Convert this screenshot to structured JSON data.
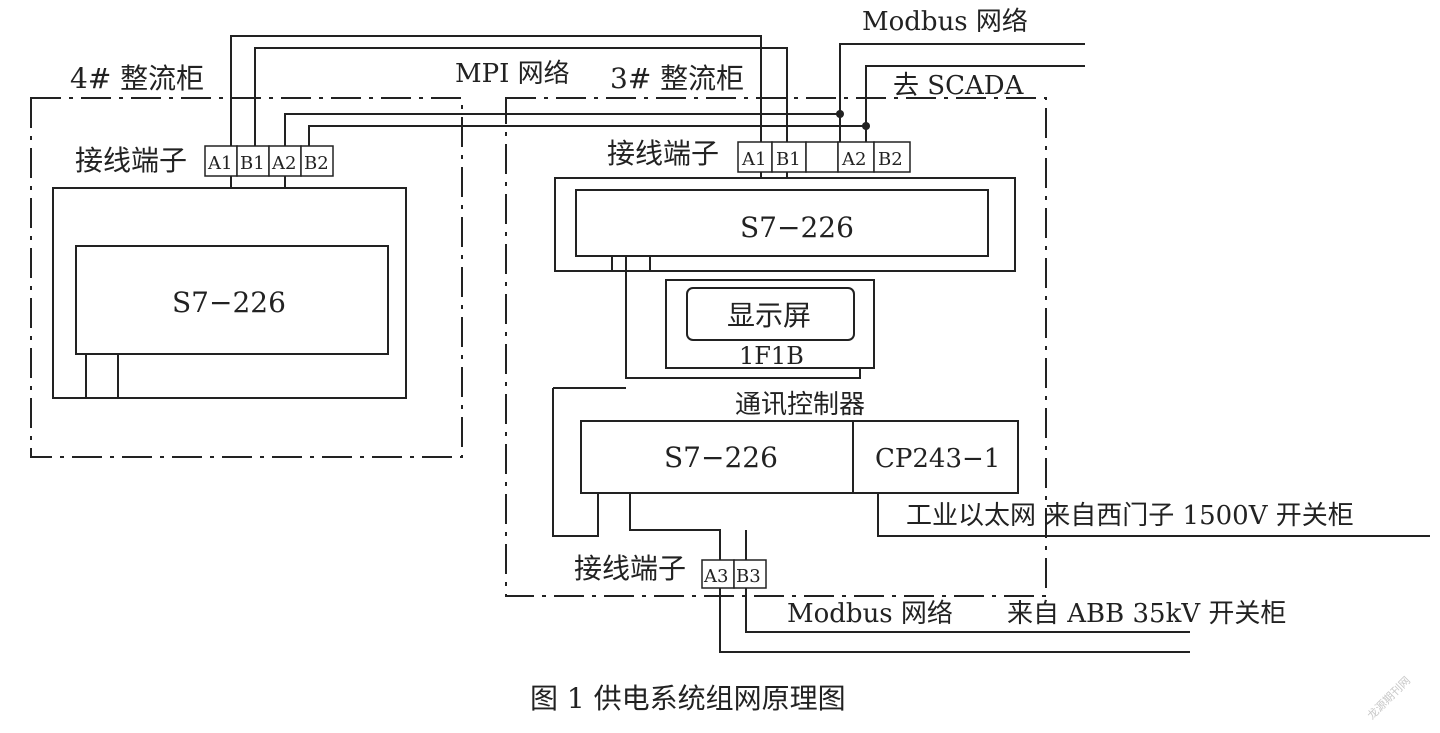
{
  "labels": {
    "cabinet4": "4# 整流柜",
    "cabinet3": "3# 整流柜",
    "mpi": "MPI 网络",
    "modbus_top": "Modbus 网络",
    "scada": "去 SCADA",
    "terminal": "接线端子",
    "plc": "S7−226",
    "display": "显示屏",
    "panel_id": "1F1B",
    "comm_controller": "通讯控制器",
    "cp": "CP243−1",
    "ethernet_source": "工业以太网  来自西门子 1500V 开关柜",
    "modbus_source_net": "Modbus 网络",
    "modbus_source_dev": "来自 ABB  35kV 开关柜",
    "caption": "图 1    供电系统组网原理图",
    "watermark": "龙源期刊网"
  },
  "terminals": {
    "a1": "A1",
    "b1": "B1",
    "a2": "A2",
    "b2": "B2",
    "a3": "A3",
    "b3": "B3"
  }
}
